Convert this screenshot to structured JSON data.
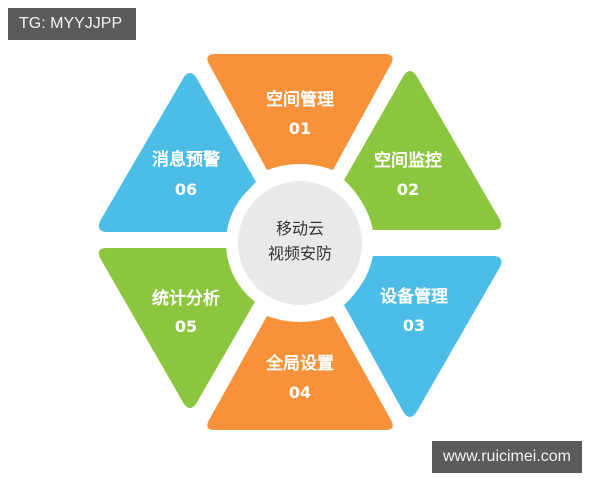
{
  "watermarks": {
    "top_left": "TG: MYYJJPP",
    "bottom_right": "www.ruicimei.com"
  },
  "center": {
    "line1": "移动云",
    "line2": "视频安防"
  },
  "colors": {
    "orange": "#f7913a",
    "green": "#8cc63f",
    "blue": "#4cbde6",
    "center_fill": "#e9e9eb",
    "center_ring": "#ffffff",
    "watermark_bg": "#5b5b5b"
  },
  "segments": [
    {
      "label": "空间管理",
      "number": "01",
      "color": "orange",
      "position": "top"
    },
    {
      "label": "空间监控",
      "number": "02",
      "color": "green",
      "position": "upper-right"
    },
    {
      "label": "设备管理",
      "number": "03",
      "color": "blue",
      "position": "lower-right"
    },
    {
      "label": "全局设置",
      "number": "04",
      "color": "orange",
      "position": "bottom"
    },
    {
      "label": "统计分析",
      "number": "05",
      "color": "green",
      "position": "lower-left"
    },
    {
      "label": "消息预警",
      "number": "06",
      "color": "blue",
      "position": "upper-left"
    }
  ]
}
